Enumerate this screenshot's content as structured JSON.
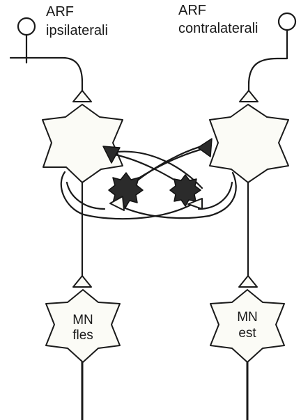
{
  "labels": {
    "left_top": "ARF",
    "left_bottom": "ipsilaterali",
    "right_top": "ARF",
    "right_bottom": "contralaterali"
  },
  "motor_neurons": {
    "left_line1": "MN",
    "left_line2": "fles",
    "right_line1": "MN",
    "right_line2": "est"
  },
  "colors": {
    "ink": "#1a1a1a",
    "cell_fill": "#fbfbf6",
    "interneuron_fill": "#2b2b2b"
  }
}
